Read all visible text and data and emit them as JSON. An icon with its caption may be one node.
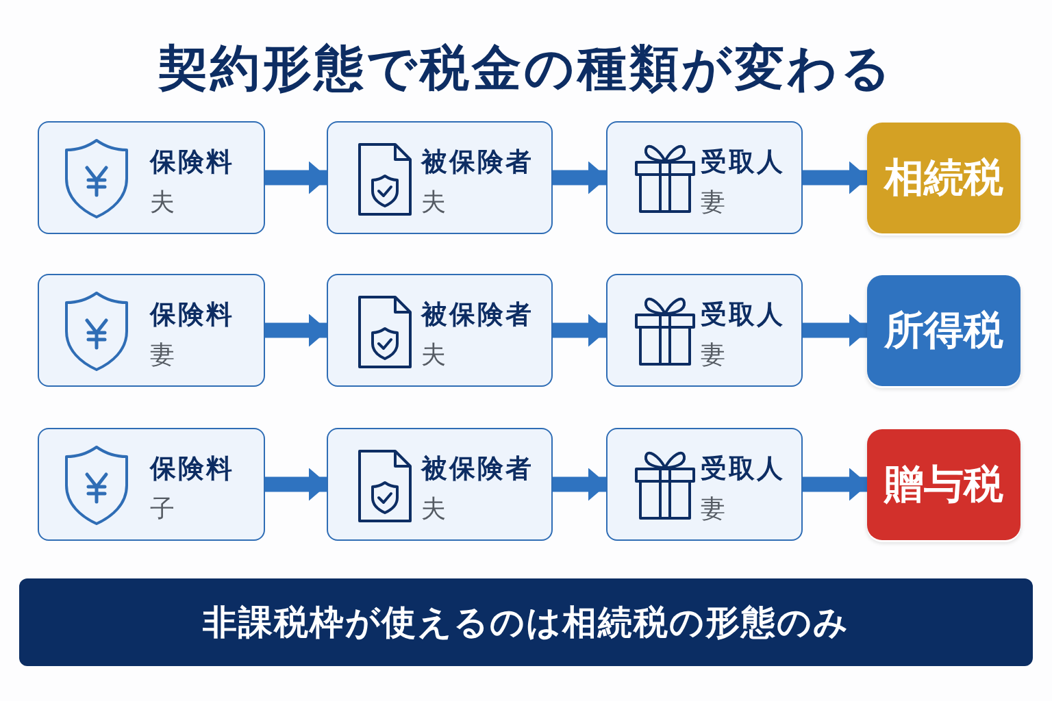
{
  "diagram": {
    "title": "契約形態で税金の種類が変わる",
    "nodes": [
      {
        "text": [
          "保険料",
          "夫"
        ]
      },
      {
        "text": [
          "被保険者",
          "夫"
        ]
      },
      {
        "text": [
          "受取人",
          "妻"
        ]
      },
      {
        "text": [
          "相続税"
        ]
      },
      {
        "text": [
          "保険料",
          "妻"
        ]
      },
      {
        "text": [
          "被保険者",
          "夫"
        ]
      },
      {
        "text": [
          "受取人",
          "妻"
        ]
      },
      {
        "text": [
          "所得税"
        ]
      },
      {
        "text": [
          "保険料",
          "子"
        ]
      },
      {
        "text": [
          "被保険者",
          "夫"
        ]
      },
      {
        "text": [
          "受取人",
          "妻"
        ]
      },
      {
        "text": [
          "贈与税"
        ]
      },
      {
        "text": [
          "非課税枠が使えるのは相続税の形態のみ"
        ]
      }
    ],
    "edges": [
      {
        "from": 0,
        "to": 1,
        "arrow": "to"
      },
      {
        "from": 1,
        "to": 2,
        "arrow": "to"
      },
      {
        "from": 2,
        "to": 3,
        "arrow": "to"
      },
      {
        "from": 4,
        "to": 5,
        "arrow": "to"
      },
      {
        "from": 5,
        "to": 6,
        "arrow": "to"
      },
      {
        "from": 6,
        "to": 7,
        "arrow": "to"
      },
      {
        "from": 8,
        "to": 9,
        "arrow": "to"
      },
      {
        "from": 9,
        "to": 10,
        "arrow": "to"
      },
      {
        "from": 10,
        "to": 11,
        "arrow": "to"
      }
    ]
  }
}
